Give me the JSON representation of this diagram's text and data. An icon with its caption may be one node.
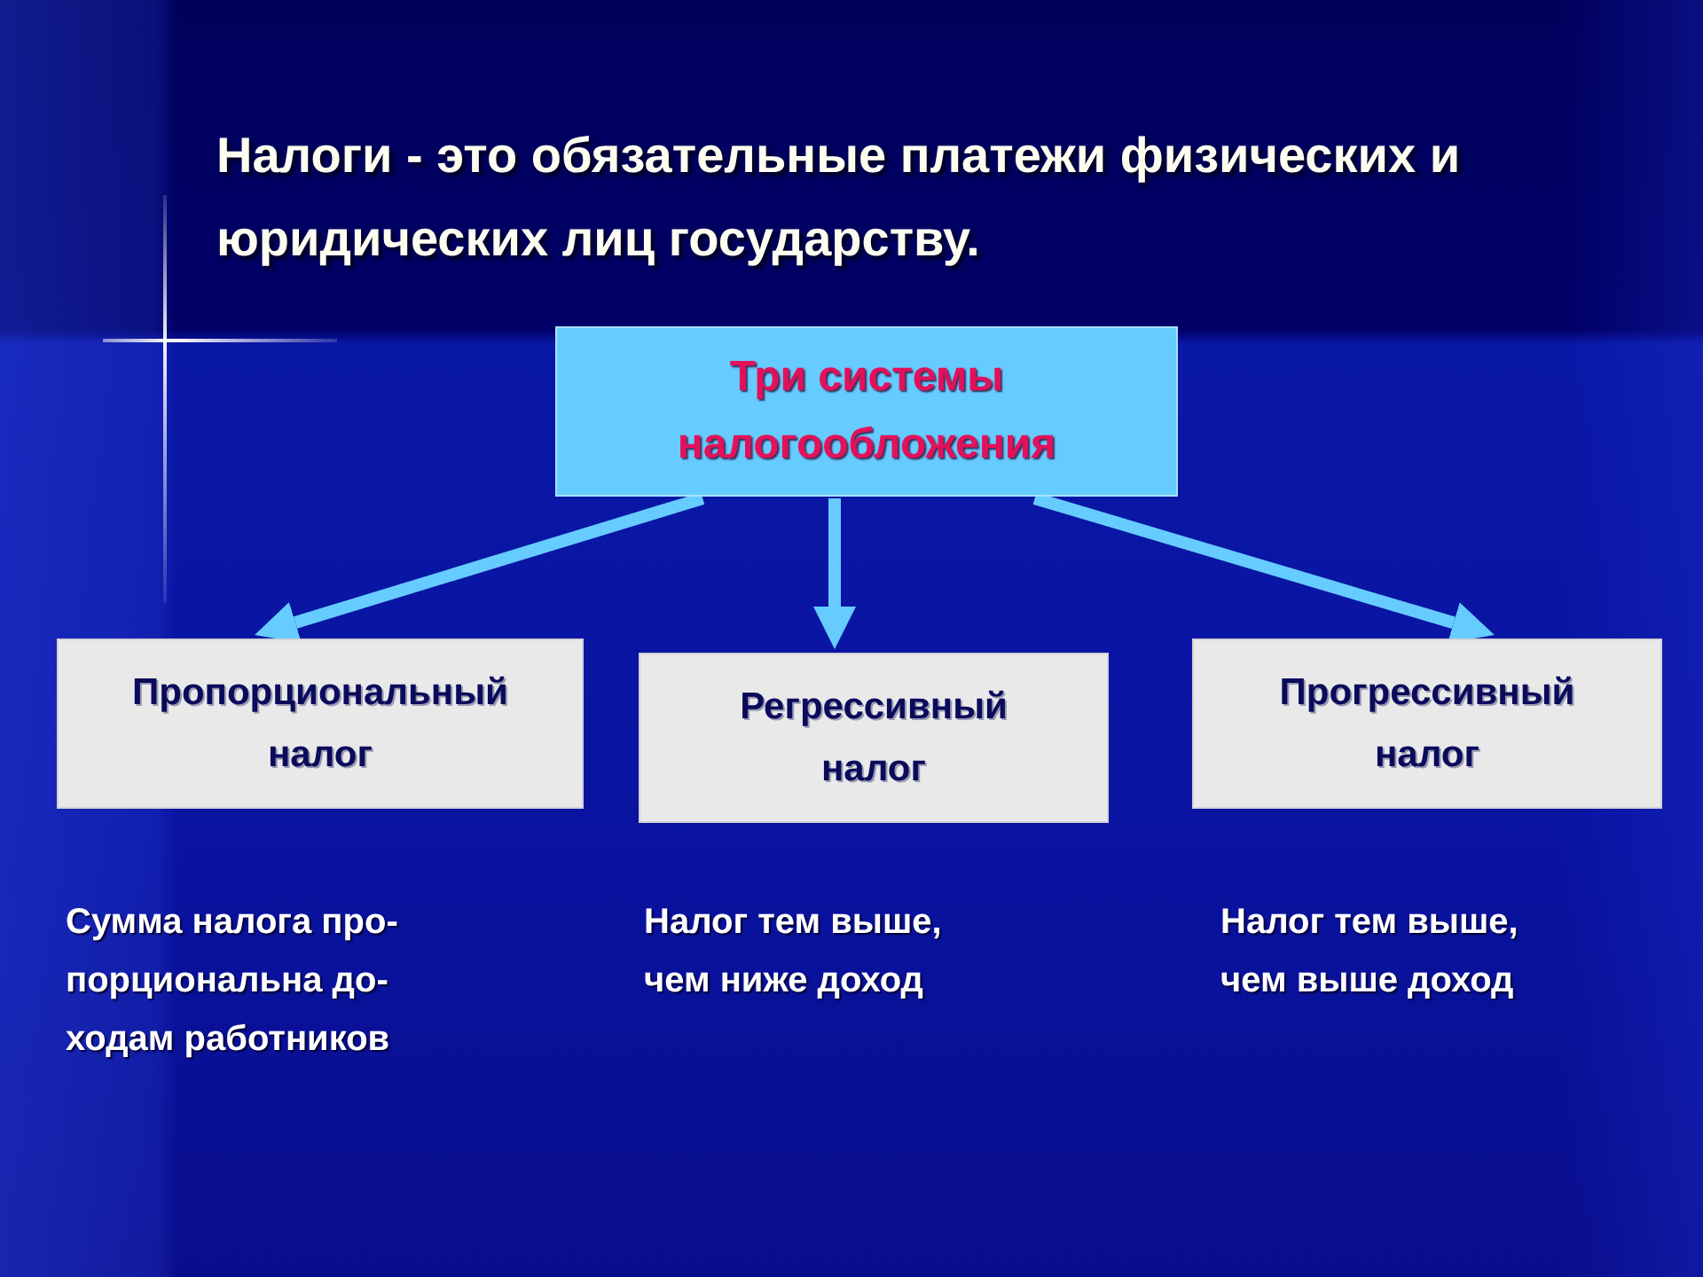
{
  "diagram": {
    "title": "Налоги - это обязательные платежи физических и юридических лиц государству.",
    "nodes": [
      {
        "text": [
          "Три системы налогообложения"
        ]
      },
      {
        "text": [
          "Пропорциональный налог"
        ],
        "beside": [
          "Сумма налога про- порциональна до- ходам работников"
        ]
      },
      {
        "text": [
          "Регрессивный налог"
        ],
        "beside": [
          "Налог тем выше, чем ниже доход"
        ]
      },
      {
        "text": [
          "Прогрессивный налог"
        ],
        "beside": [
          "Налог тем выше, чем выше доход"
        ]
      }
    ],
    "edges": [
      {
        "from": 0,
        "to": 1,
        "arrow": "to"
      },
      {
        "from": 0,
        "to": 2,
        "arrow": "to"
      },
      {
        "from": 0,
        "to": 3,
        "arrow": "to"
      }
    ]
  }
}
